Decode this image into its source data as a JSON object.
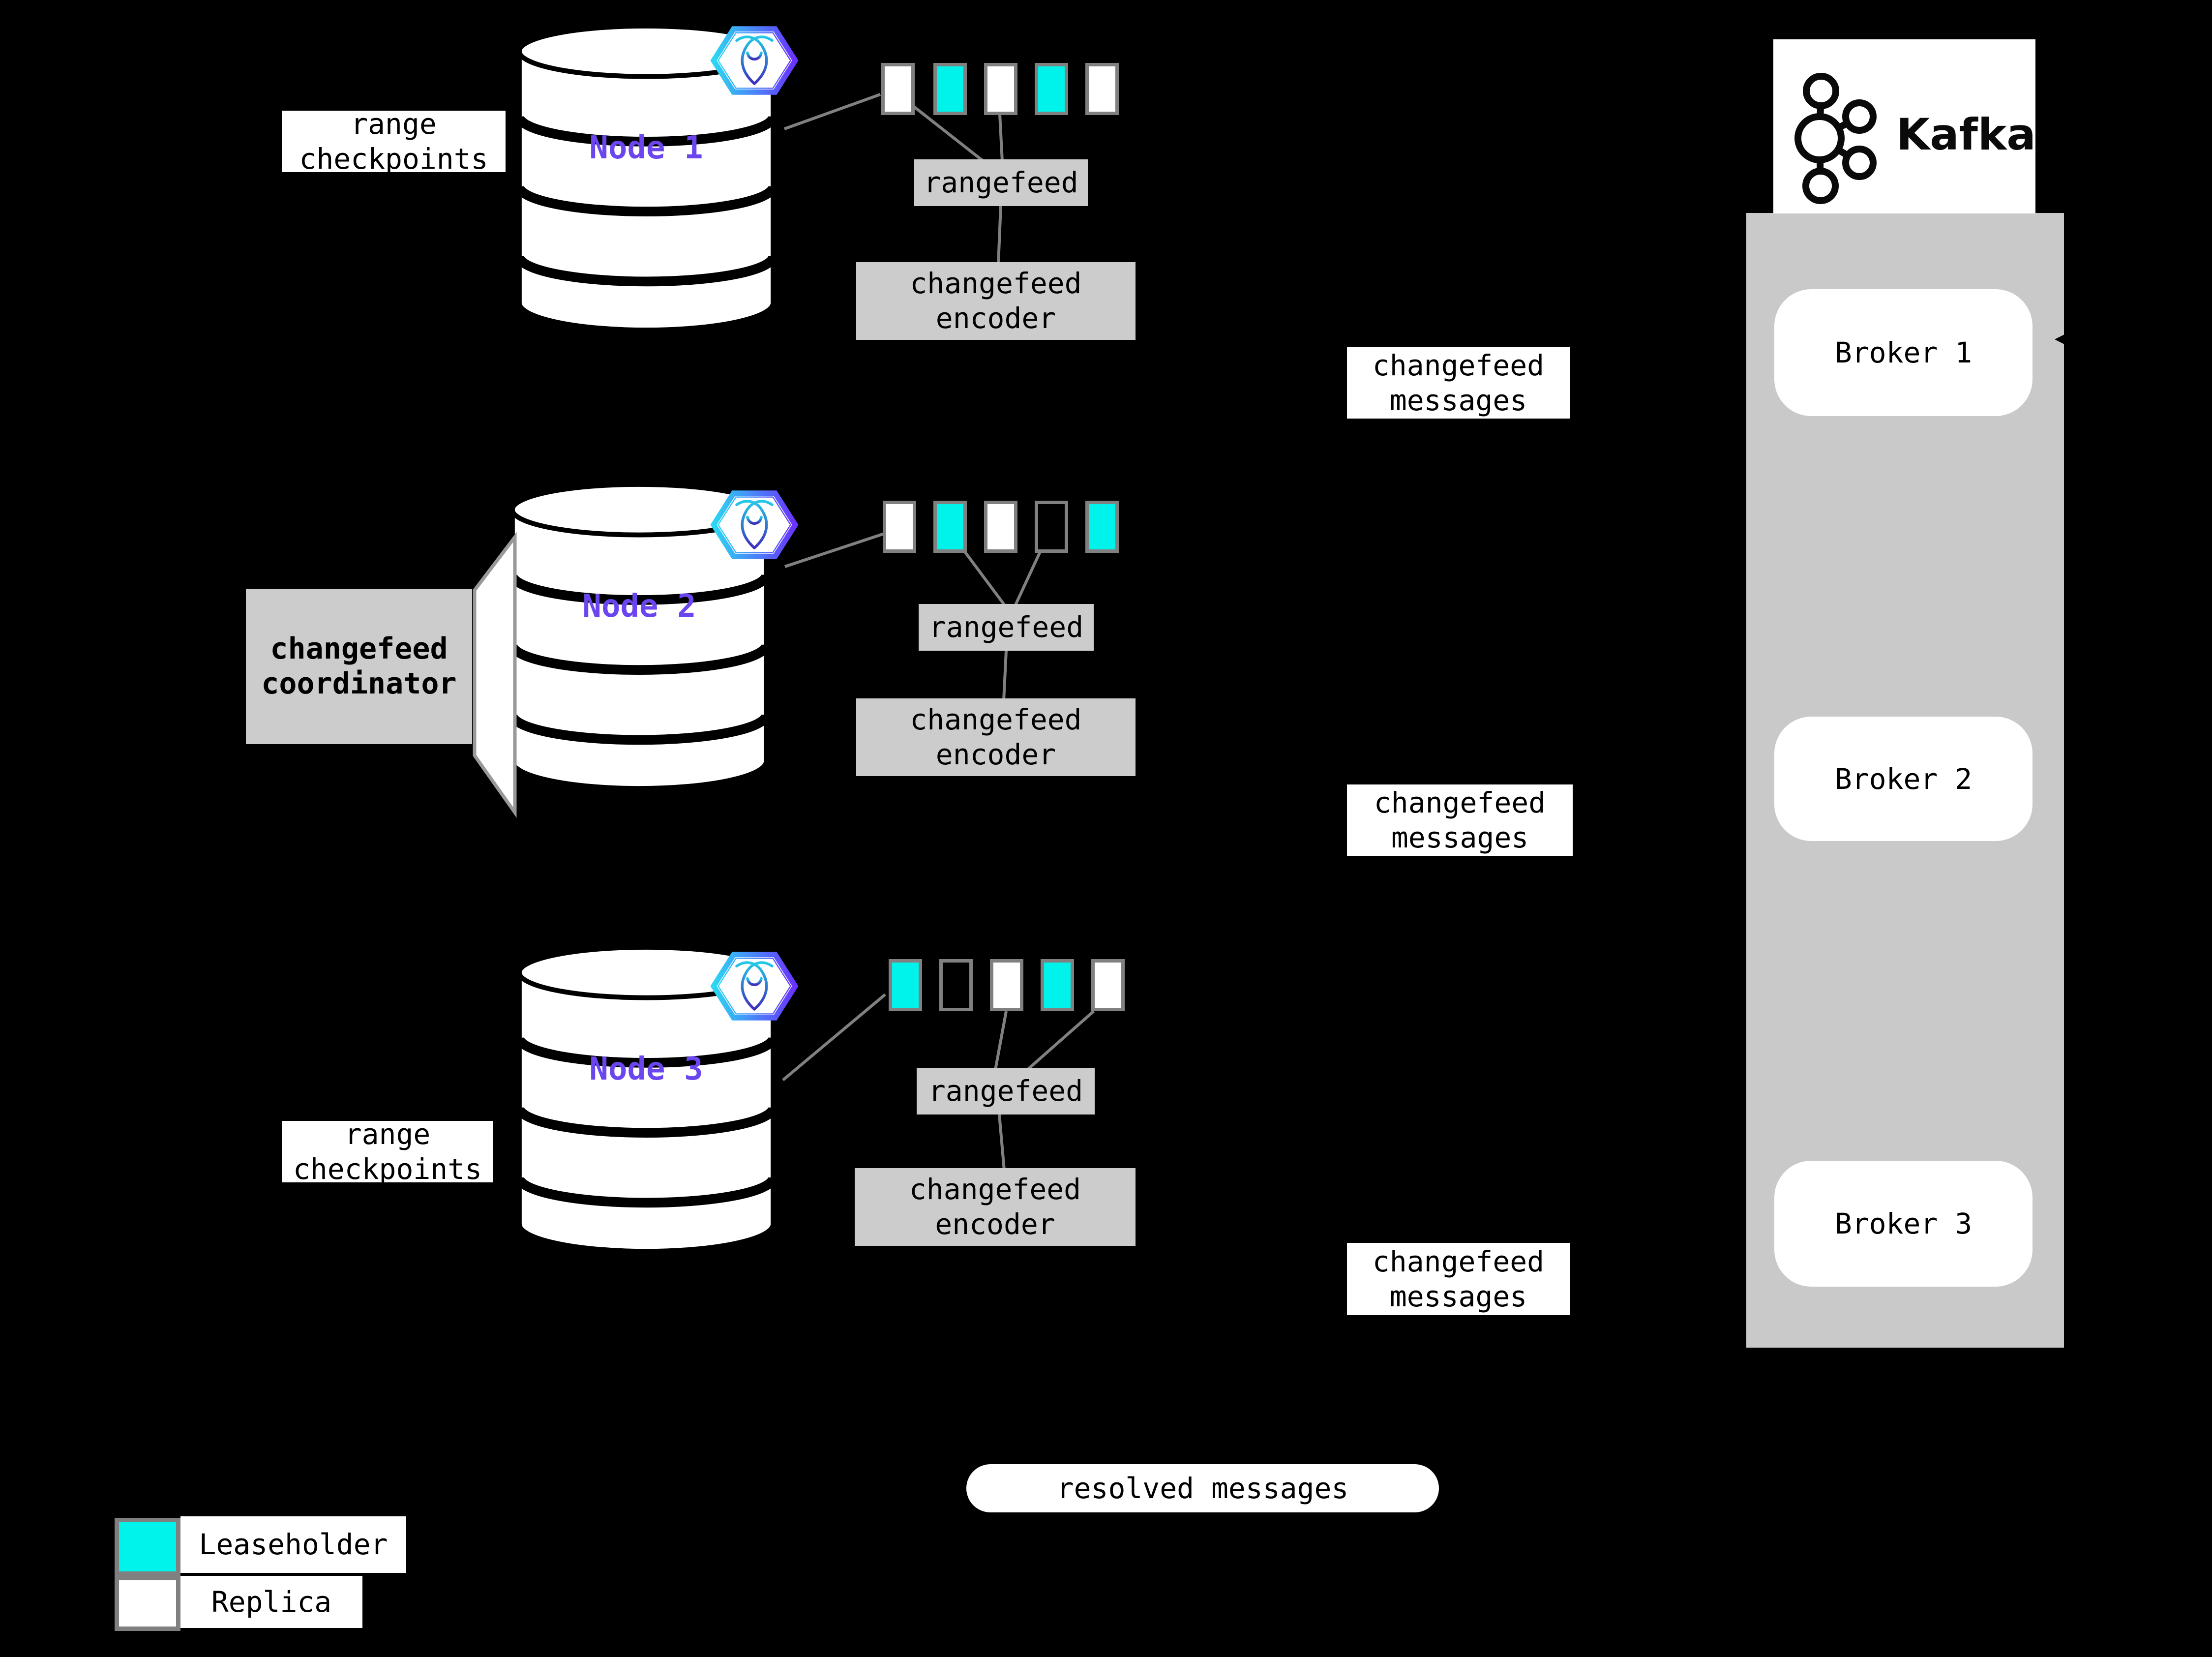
{
  "colors": {
    "leaseholder": "#00F3EA",
    "replica": "#FFFFFF",
    "empty": "transparent",
    "node_label_purple": "#6B46EF",
    "box_gray": "#CCCCCC",
    "kafka_container_gray": "#C9C9C9",
    "line_gray": "#808080",
    "background_black": "#000000",
    "hexagon_gradient_start": "#2BD7F2",
    "hexagon_gradient_end": "#6933FF"
  },
  "labels": {
    "range_checkpoints": [
      "range",
      "checkpoints"
    ],
    "rangefeed": "rangefeed",
    "changefeed_encoder": [
      "changefeed",
      "encoder"
    ],
    "changefeed_messages": [
      "changefeed",
      "messages"
    ],
    "changefeed_coordinator": [
      "changefeed",
      "coordinator"
    ],
    "resolved_messages": "resolved messages"
  },
  "nodes": [
    {
      "label": "Node 1",
      "ranges": [
        "replica",
        "leaseholder",
        "replica",
        "leaseholder",
        "replica"
      ]
    },
    {
      "label": "Node 2",
      "ranges": [
        "replica",
        "leaseholder",
        "replica",
        "empty",
        "leaseholder"
      ]
    },
    {
      "label": "Node 3",
      "ranges": [
        "leaseholder",
        "empty",
        "replica",
        "leaseholder",
        "replica"
      ]
    }
  ],
  "kafka": {
    "title": "Kafka",
    "brokers": [
      {
        "label": "Broker 1"
      },
      {
        "label": "Broker 2"
      },
      {
        "label": "Broker 3"
      }
    ]
  },
  "legend": [
    {
      "swatch": "leaseholder",
      "label": "Leaseholder"
    },
    {
      "swatch": "replica",
      "label": "Replica"
    }
  ],
  "icons": {
    "cockroach": "cockroachdb-hexagon-icon",
    "kafka": "kafka-logo-icon",
    "database": "database-cylinder-icon"
  }
}
